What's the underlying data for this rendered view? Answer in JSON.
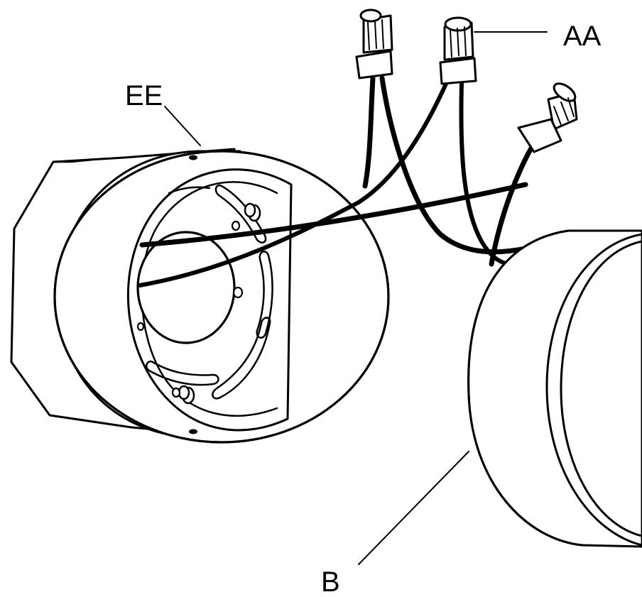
{
  "diagram": {
    "labels": {
      "aa": "AA",
      "ee": "EE",
      "b": "B"
    },
    "colors": {
      "line": "#000000",
      "background": "#ffffff"
    }
  }
}
